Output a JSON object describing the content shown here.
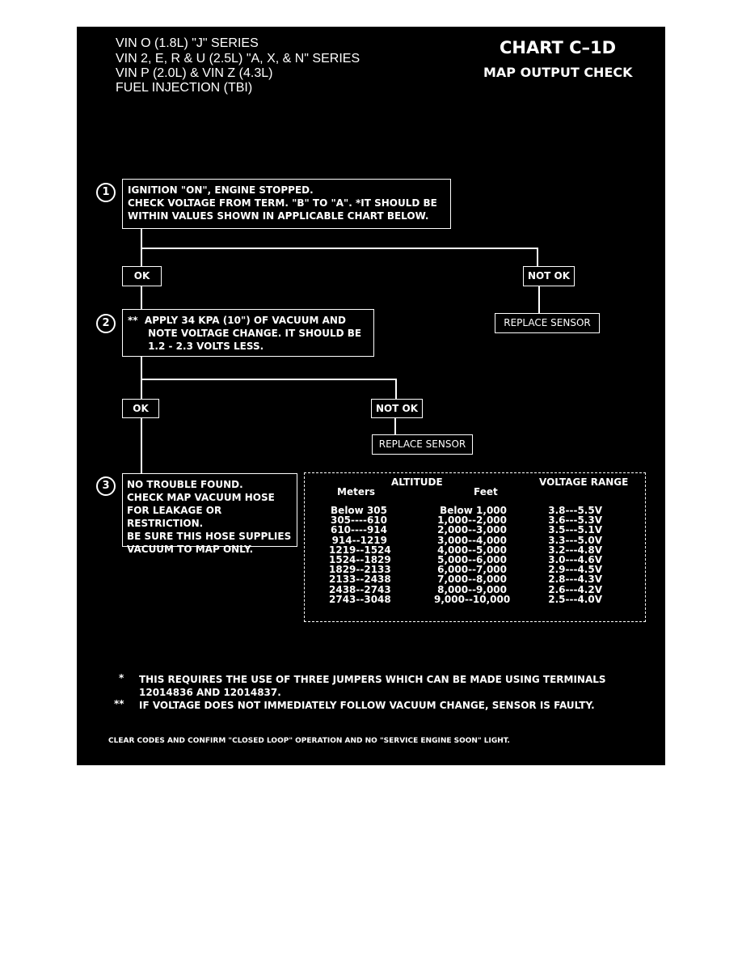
{
  "header": {
    "lines": [
      "VIN O (1.8L) \"J\" SERIES",
      "VIN 2, E, R & U (2.5L) \"A, X, & N\" SERIES",
      "VIN P (2.0L) & VIN Z (4.3L)",
      "FUEL INJECTION (TBI)"
    ]
  },
  "title": {
    "main": "CHART C–1D",
    "sub": "MAP OUTPUT CHECK"
  },
  "steps": [
    {
      "number": "1",
      "text": "IGNITION \"ON\", ENGINE STOPPED.\nCHECK VOLTAGE FROM TERM. \"B\" TO \"A\". *IT SHOULD BE\nWITHIN VALUES SHOWN IN APPLICABLE CHART BELOW."
    },
    {
      "number": "2",
      "text": "**  APPLY 34 KPA (10\") OF VACUUM AND\n      NOTE VOLTAGE CHANGE. IT SHOULD BE\n      1.2 - 2.3 VOLTS LESS."
    },
    {
      "number": "3",
      "text": "NO TROUBLE FOUND.\nCHECK MAP VACUUM HOSE\nFOR LEAKAGE OR RESTRICTION.\nBE SURE THIS HOSE SUPPLIES\nVACUUM TO MAP ONLY."
    }
  ],
  "labels": {
    "ok": "OK",
    "not_ok": "NOT OK",
    "replace_sensor": "REPLACE SENSOR"
  },
  "altitude_table": {
    "altitude_header": "ALTITUDE",
    "meters_header": "Meters",
    "feet_header": "Feet",
    "voltage_header": "VOLTAGE RANGE",
    "rows": [
      {
        "meters": "Below 305",
        "feet": "Below 1,000",
        "voltage": "3.8---5.5V"
      },
      {
        "meters": "305----610",
        "feet": "1,000--2,000",
        "voltage": "3.6---5.3V"
      },
      {
        "meters": "610----914",
        "feet": "2,000--3,000",
        "voltage": "3.5---5.1V"
      },
      {
        "meters": "914--1219",
        "feet": "3,000--4,000",
        "voltage": "3.3---5.0V"
      },
      {
        "meters": "1219--1524",
        "feet": "4,000--5,000",
        "voltage": "3.2---4.8V"
      },
      {
        "meters": "1524--1829",
        "feet": "5,000--6,000",
        "voltage": "3.0---4.6V"
      },
      {
        "meters": "1829--2133",
        "feet": "6,000--7,000",
        "voltage": "2.9---4.5V"
      },
      {
        "meters": "2133--2438",
        "feet": "7,000--8,000",
        "voltage": "2.8---4.3V"
      },
      {
        "meters": "2438--2743",
        "feet": "8,000--9,000",
        "voltage": "2.6---4.2V"
      },
      {
        "meters": "2743--3048",
        "feet": "9,000--10,000",
        "voltage": "2.5---4.0V"
      }
    ]
  },
  "footnotes": {
    "single_star_mark": "*",
    "single_star_line1": "THIS REQUIRES THE USE OF THREE JUMPERS WHICH CAN BE MADE USING TERMINALS",
    "single_star_line2": "12014836 AND 12014837.",
    "double_star_mark": "**",
    "double_star_text": "IF VOLTAGE DOES NOT IMMEDIATELY FOLLOW VACUUM CHANGE, SENSOR IS FAULTY."
  },
  "final_note": "CLEAR CODES AND CONFIRM \"CLOSED LOOP\" OPERATION AND NO \"SERVICE ENGINE SOON\" LIGHT."
}
